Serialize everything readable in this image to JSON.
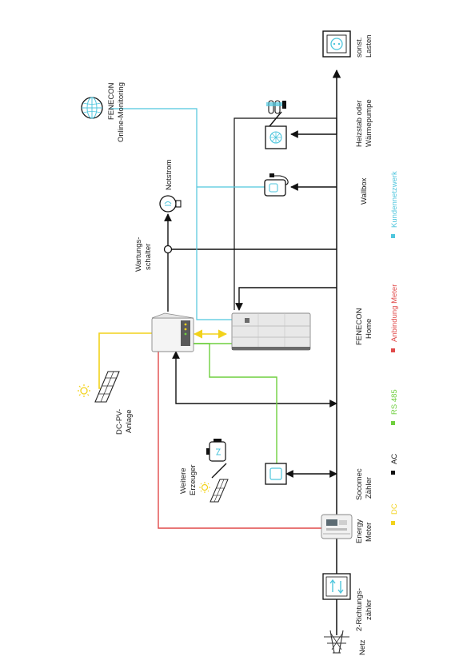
{
  "labels": {
    "netz": "Netz",
    "zweirichtung_1": "2-Richtungs-",
    "zweirichtung_2": "zähler",
    "energy_meter_1": "Energy",
    "energy_meter_2": "Meter",
    "socomec_1": "Socomec",
    "socomec_2": "Zähler",
    "fenecon_home_1": "FENECON",
    "fenecon_home_2": "Home",
    "wallbox": "Wallbox",
    "heizstab_1": "Heizstab oder",
    "heizstab_2": "Wärmepumpe",
    "sonst_1": "sonst.",
    "sonst_2": "Lasten",
    "weitere_1": "Weitere",
    "weitere_2": "Erzeuger",
    "dcpv_1": "DC-PV-",
    "dcpv_2": "Anlage",
    "wartung_1": "Wartungs-",
    "wartung_2": "schalter",
    "notstrom": "Notstrom",
    "monitoring_1": "FENECON",
    "monitoring_2": "Online-Monitoring"
  },
  "legend": [
    {
      "label": "DC",
      "color": "#f2d21b"
    },
    {
      "label": "AC",
      "color": "#111111"
    },
    {
      "label": "RS 485",
      "color": "#6fcf3e"
    },
    {
      "label": "Anbindung Meter",
      "color": "#e04a4a"
    },
    {
      "label": "Kundennetzwerk",
      "color": "#4fc6dd"
    }
  ],
  "colors": {
    "dc": "#f2d21b",
    "ac": "#111111",
    "rs485": "#6fcf3e",
    "meter": "#e04a4a",
    "network": "#4fc6dd"
  },
  "icons": [
    "pylon-icon",
    "bidirectional-meter-icon",
    "energy-meter-icon",
    "socomec-meter-icon",
    "fenecon-home-battery-icon",
    "wallbox-icon",
    "heat-pump-icon",
    "heating-rod-icon",
    "socket-icon",
    "pv-panel-icon",
    "sun-icon",
    "generator-icon",
    "bulb-icon",
    "globe-icon",
    "inverter-icon"
  ]
}
